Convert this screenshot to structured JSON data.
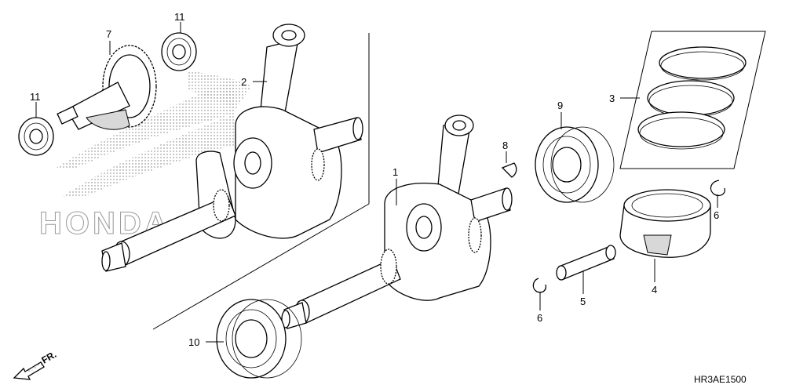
{
  "callouts": [
    {
      "id": "p1",
      "label": "1"
    },
    {
      "id": "p2",
      "label": "2"
    },
    {
      "id": "p3",
      "label": "3"
    },
    {
      "id": "p4",
      "label": "4"
    },
    {
      "id": "p5",
      "label": "5"
    },
    {
      "id": "p6a",
      "label": "6"
    },
    {
      "id": "p6b",
      "label": "6"
    },
    {
      "id": "p7",
      "label": "7"
    },
    {
      "id": "p8",
      "label": "8"
    },
    {
      "id": "p9",
      "label": "9"
    },
    {
      "id": "p10",
      "label": "10"
    },
    {
      "id": "p11a",
      "label": "11"
    },
    {
      "id": "p11b",
      "label": "11"
    }
  ],
  "diagram_code": "HR3AE1500",
  "direction_label": "FR.",
  "watermark_text": "HONDA"
}
